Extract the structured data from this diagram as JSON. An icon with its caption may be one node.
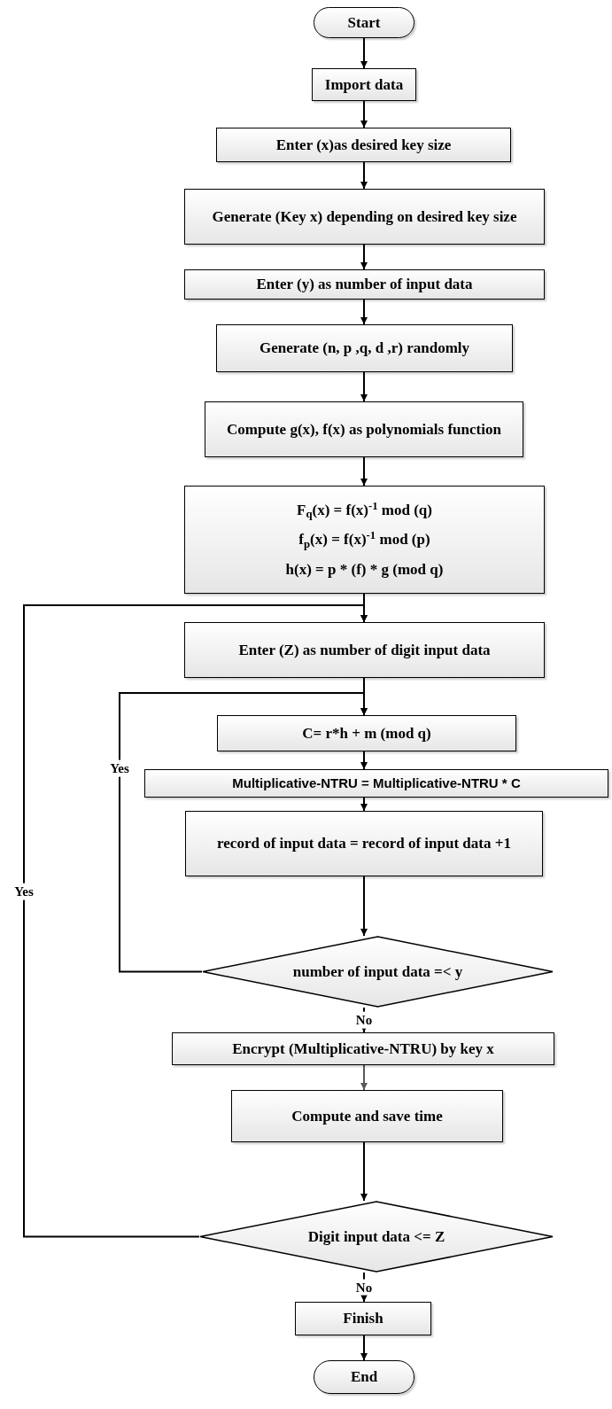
{
  "diagram": {
    "nodes": [
      {
        "text": [
          "Start"
        ]
      },
      {
        "text": [
          "Import data"
        ]
      },
      {
        "text": [
          "Enter (x)as desired key size"
        ]
      },
      {
        "text": [
          "Generate (Key x) depending on desired key size"
        ]
      },
      {
        "text": [
          "Enter (y) as number of input data"
        ]
      },
      {
        "text": [
          "Generate (n, p ,q, d ,r) randomly"
        ]
      },
      {
        "text": [
          "Compute g(x), f(x) as polynomials function"
        ]
      },
      {
        "text": [
          "F$_{q}$(x) = f(x)$^{-1}$ mod (q)",
          "f$_{p}$(x) = f(x)$^{-1}$ mod (p)",
          "h(x) = p * (f) * g (mod q)"
        ]
      },
      {
        "text": [
          "Enter (Z) as number of digit input data"
        ]
      },
      {
        "text": [
          "C= r*h + m (mod q)"
        ]
      },
      {
        "text": [
          "Multiplicative-NTRU = Multiplicative-NTRU * C"
        ]
      },
      {
        "text": [
          "record of input data = record of input data +1"
        ]
      },
      {
        "text": [
          "number of input data =< y"
        ]
      },
      {
        "text": [
          "Encrypt (Multiplicative-NTRU) by key x"
        ]
      },
      {
        "text": [
          "Compute and save time"
        ]
      },
      {
        "text": [
          "Digit input data <= Z"
        ]
      },
      {
        "text": [
          "Finish"
        ]
      },
      {
        "text": [
          "End"
        ]
      }
    ],
    "edges": [
      {
        "from": 0,
        "to": 1,
        "arrow": "to"
      },
      {
        "from": 1,
        "to": 2,
        "arrow": "to"
      },
      {
        "from": 2,
        "to": 3,
        "arrow": "to"
      },
      {
        "from": 3,
        "to": 4,
        "arrow": "to"
      },
      {
        "from": 4,
        "to": 5,
        "arrow": "to"
      },
      {
        "from": 5,
        "to": 6,
        "arrow": "to"
      },
      {
        "from": 6,
        "to": 7,
        "arrow": "to"
      },
      {
        "from": 7,
        "to": 8,
        "arrow": "to"
      },
      {
        "from": 8,
        "to": 9,
        "arrow": "to"
      },
      {
        "from": 9,
        "to": 10,
        "arrow": "to"
      },
      {
        "from": 10,
        "to": 11,
        "arrow": "to"
      },
      {
        "from": 11,
        "to": 12,
        "arrow": "to"
      },
      {
        "from": 12,
        "to": 9,
        "arrow": "to",
        "label": "Yes"
      },
      {
        "from": 12,
        "to": 13,
        "arrow": "to",
        "label": "No"
      },
      {
        "from": 13,
        "to": 14,
        "arrow": "to",
        "color": "#595959"
      },
      {
        "from": 14,
        "to": 15,
        "arrow": "to"
      },
      {
        "from": 15,
        "to": 8,
        "arrow": "to",
        "label": "Yes"
      },
      {
        "from": 15,
        "to": 16,
        "arrow": "to",
        "label": "No"
      },
      {
        "from": 16,
        "to": 17,
        "arrow": "to"
      }
    ]
  }
}
